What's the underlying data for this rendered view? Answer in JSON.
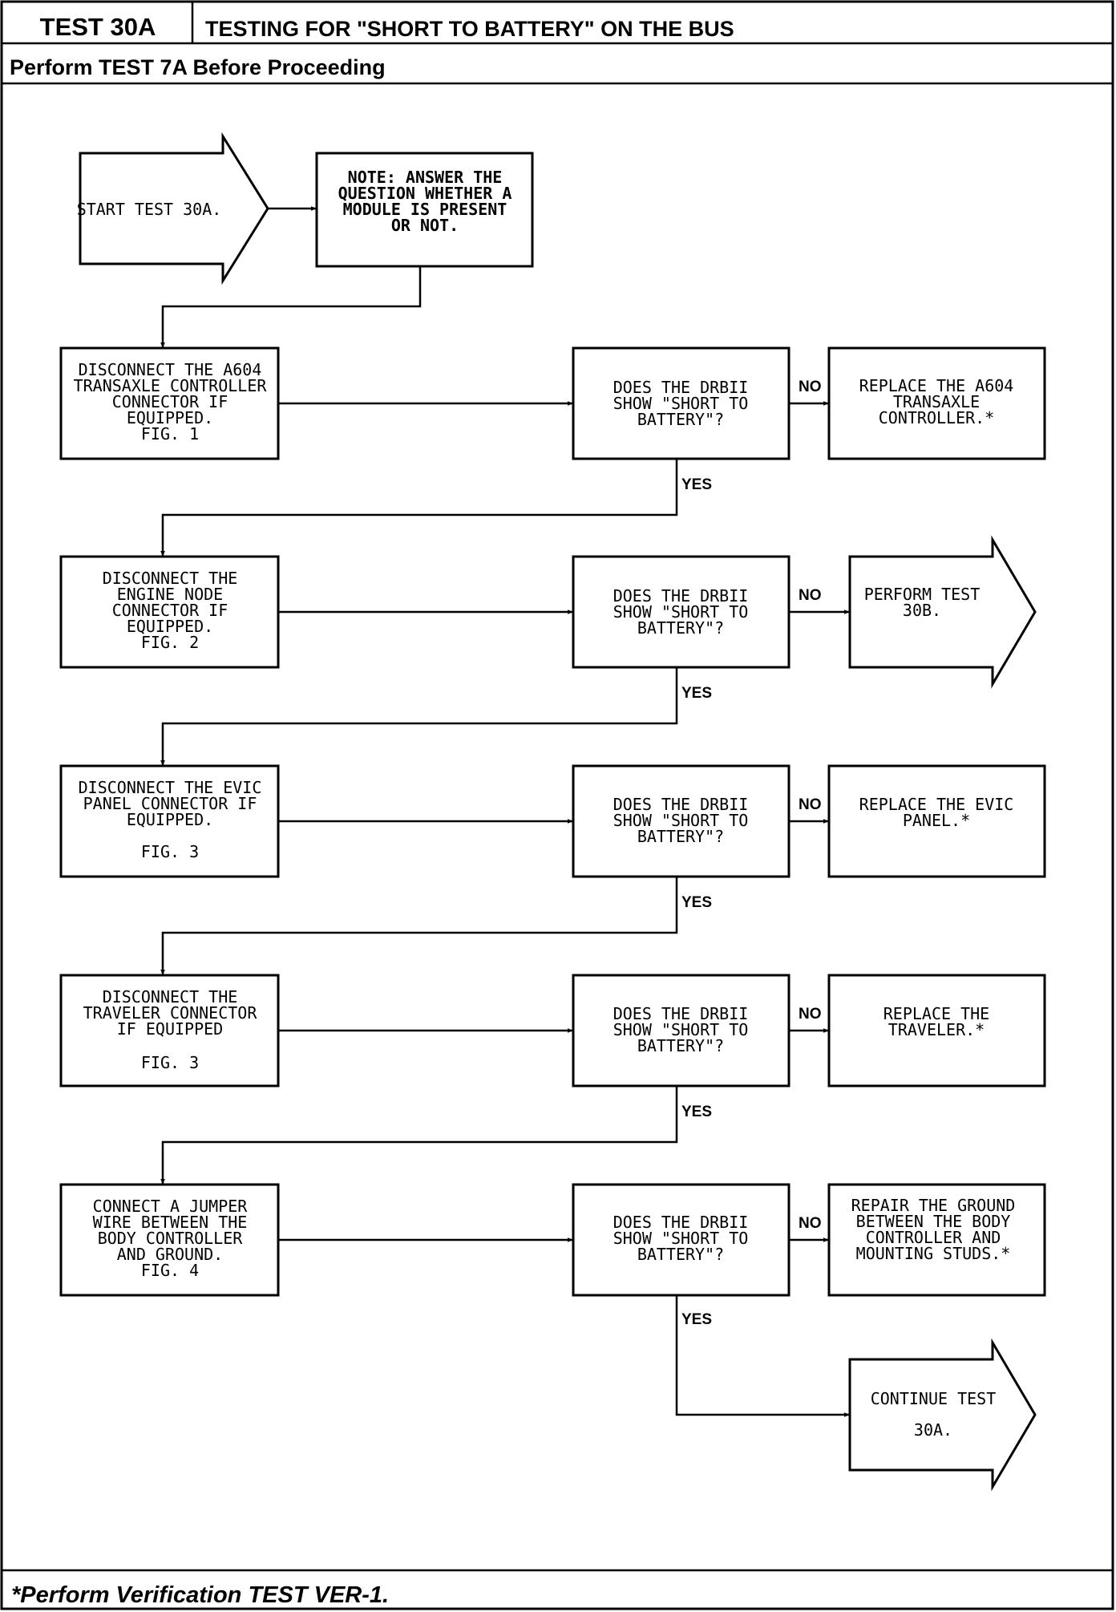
{
  "header": {
    "test_id": "TEST 30A",
    "title": "TESTING FOR \"SHORT TO BATTERY\" ON THE BUS",
    "subtitle": "Perform TEST 7A Before Proceeding"
  },
  "footer": {
    "note": "*Perform Verification TEST VER-1."
  },
  "flow": {
    "start": "START TEST 30A.",
    "note_lines": [
      "NOTE: ANSWER THE",
      "QUESTION WHETHER A",
      "MODULE IS PRESENT",
      "OR NOT."
    ],
    "labels": {
      "no": "NO",
      "yes": "YES"
    },
    "steps": [
      {
        "action": [
          "DISCONNECT THE A604",
          "TRANSAXLE CONTROLLER",
          "CONNECTOR IF",
          "EQUIPPED.",
          "FIG. 1"
        ],
        "question": [
          "DOES THE DRBII",
          "SHOW \"SHORT TO",
          "BATTERY\"?"
        ],
        "result": [
          "REPLACE THE A604",
          "TRANSAXLE",
          "CONTROLLER.*"
        ]
      },
      {
        "action": [
          "DISCONNECT THE",
          "ENGINE NODE",
          "CONNECTOR IF",
          "EQUIPPED.",
          "FIG. 2"
        ],
        "question": [
          "DOES THE DRBII",
          "SHOW \"SHORT TO",
          "BATTERY\"?"
        ],
        "result": [
          "PERFORM TEST",
          "30B."
        ]
      },
      {
        "action": [
          "DISCONNECT THE EVIC",
          "PANEL CONNECTOR IF",
          "EQUIPPED.",
          "",
          "FIG. 3"
        ],
        "question": [
          "DOES THE DRBII",
          "SHOW \"SHORT TO",
          "BATTERY\"?"
        ],
        "result": [
          "REPLACE THE EVIC",
          "PANEL.*"
        ]
      },
      {
        "action": [
          "DISCONNECT THE",
          "TRAVELER CONNECTOR",
          "IF EQUIPPED",
          "",
          "FIG. 3"
        ],
        "question": [
          "DOES THE DRBII",
          "SHOW \"SHORT TO",
          "BATTERY\"?"
        ],
        "result": [
          "REPLACE THE",
          "TRAVELER.*"
        ]
      },
      {
        "action": [
          "CONNECT A JUMPER",
          "WIRE BETWEEN THE",
          "BODY CONTROLLER",
          "AND GROUND.",
          "FIG. 4"
        ],
        "question": [
          "DOES THE DRBII",
          "SHOW \"SHORT TO",
          "BATTERY\"?"
        ],
        "result": [
          "REPAIR THE GROUND",
          "BETWEEN THE BODY",
          "CONTROLLER AND",
          "MOUNTING STUDS.*"
        ]
      }
    ],
    "end": [
      "CONTINUE TEST",
      "30A."
    ]
  }
}
